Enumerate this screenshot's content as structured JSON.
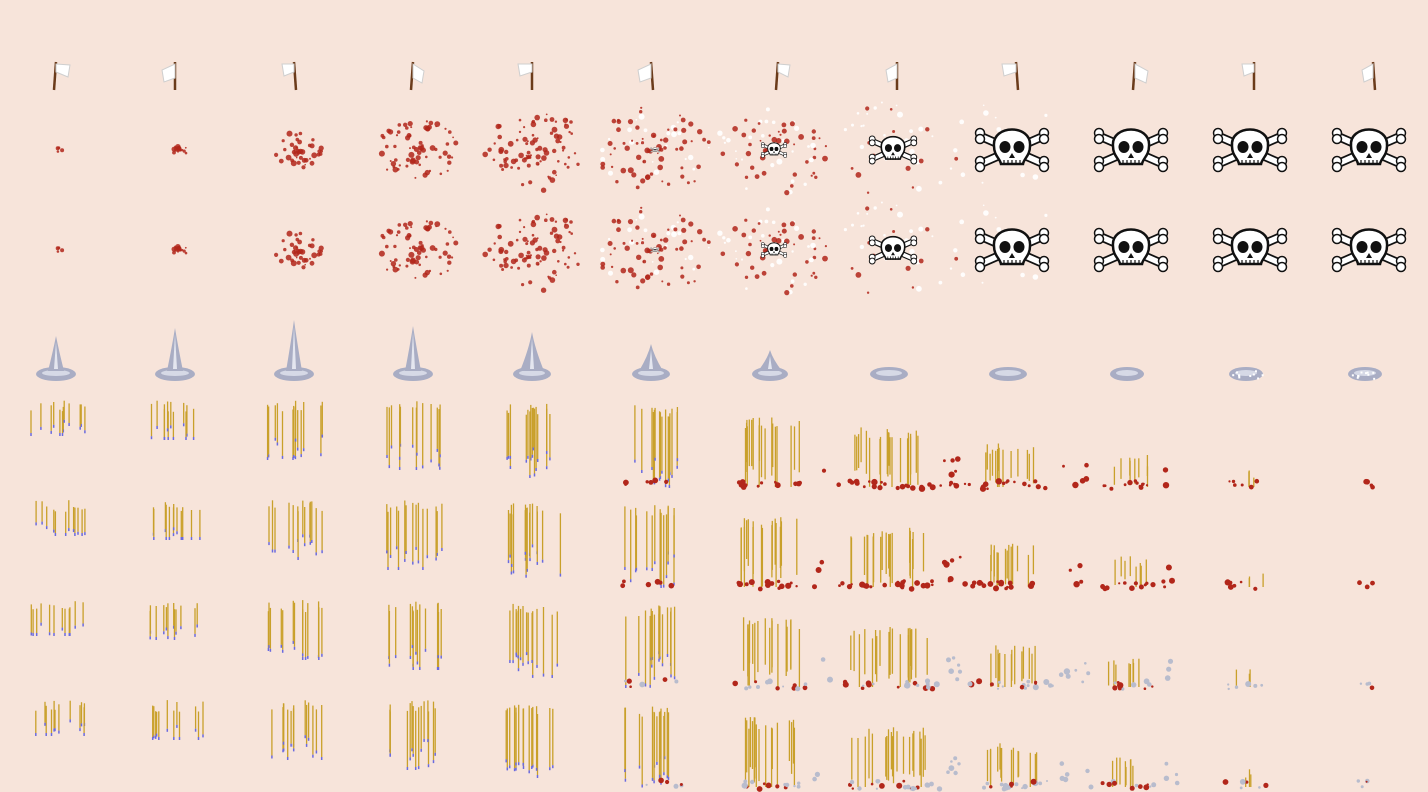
{
  "sheet": {
    "background": "#f7e4da",
    "columns": 12,
    "rows": [
      {
        "kind": "white-flag",
        "label": "white-flag-frame"
      },
      {
        "kind": "blood-skull",
        "label": "blood-skull-frame"
      },
      {
        "kind": "blood-skull",
        "label": "blood-skull-frame"
      },
      {
        "kind": "water-splash",
        "label": "water-splash-frame"
      },
      {
        "kind": "arrow-volley",
        "variant": "blood",
        "label": "arrow-volley-blood-frame"
      },
      {
        "kind": "arrow-volley",
        "variant": "blood",
        "label": "arrow-volley-blood-frame"
      },
      {
        "kind": "arrow-volley",
        "variant": "dust",
        "label": "arrow-volley-dust-frame"
      },
      {
        "kind": "arrow-volley",
        "variant": "dust",
        "label": "arrow-volley-dust-frame"
      }
    ],
    "colors": {
      "flag": "#ffffff",
      "pole": "#6b3b1a",
      "blood": "#b2261a",
      "skull": "#ffffff",
      "outline": "#111111",
      "water": "#a9adc4",
      "shaft": "#c9a02a",
      "tip": "#6a6adf",
      "dust": "#b8bccd"
    }
  }
}
